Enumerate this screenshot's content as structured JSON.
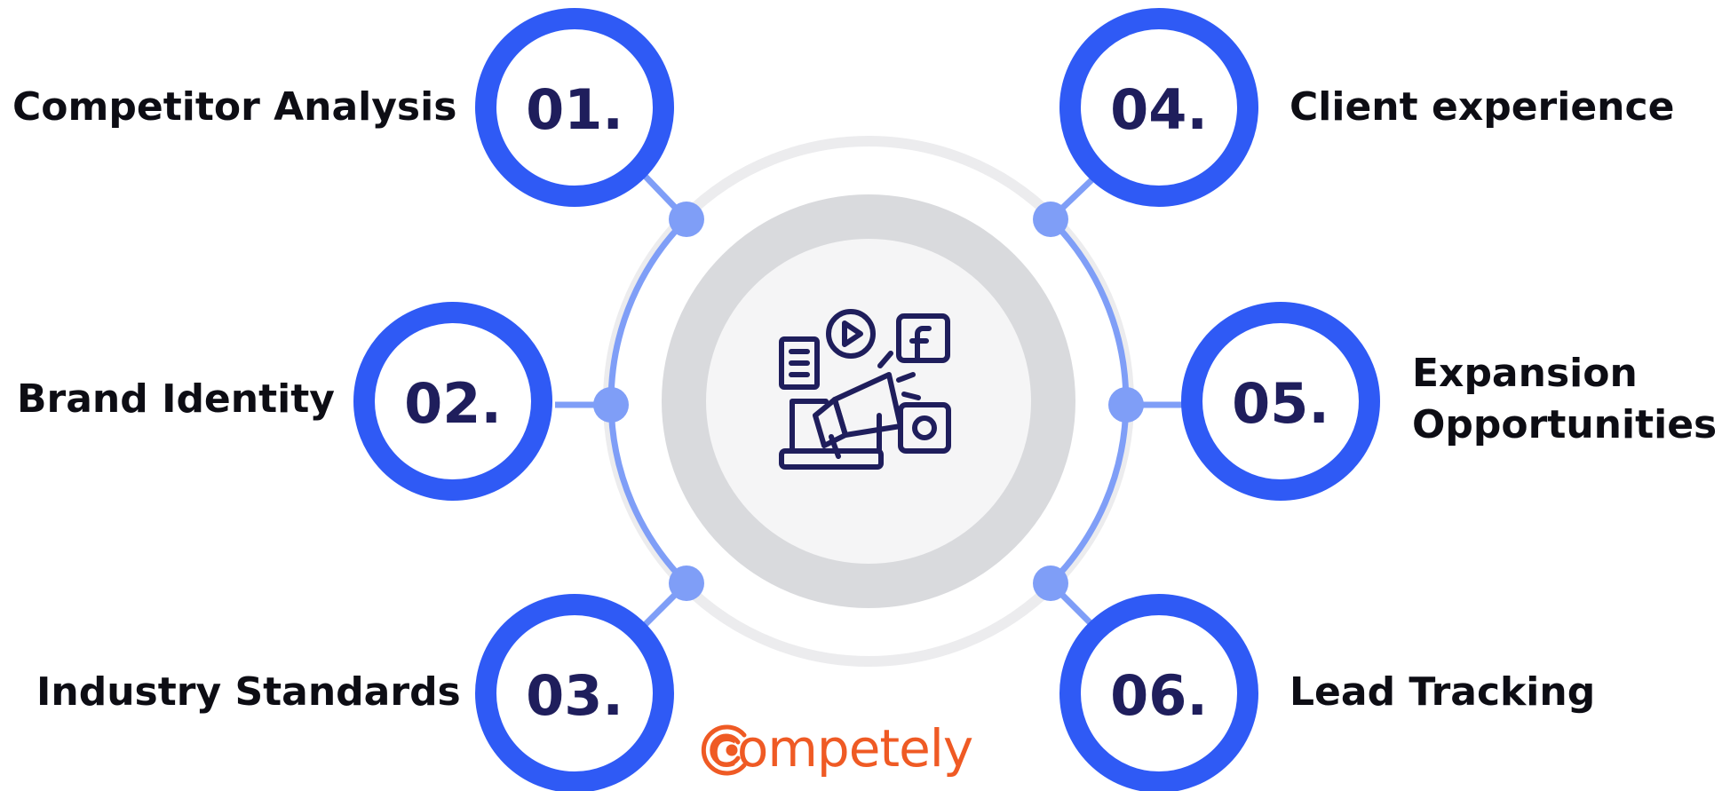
{
  "steps": [
    {
      "number": "01.",
      "label": "Competitor Analysis"
    },
    {
      "number": "02.",
      "label": "Brand Identity"
    },
    {
      "number": "03.",
      "label": "Industry Standards"
    },
    {
      "number": "04.",
      "label": "Client experience"
    },
    {
      "number": "05.",
      "label": "Expansion Opportunities"
    },
    {
      "number": "06.",
      "label": "Lead Tracking"
    }
  ],
  "brand": {
    "name": "competely",
    "color": "#ef5a24"
  },
  "colors": {
    "ring_blue": "#2f5af5",
    "connector_blue": "#7f9ef7",
    "number_text": "#1f1e5c",
    "outer_track": "#ececee",
    "center_ring": "#d9dadd",
    "center_fill": "#f5f5f6",
    "icon_stroke": "#1f1e5c"
  },
  "center_icon": "digital-marketing-icon"
}
